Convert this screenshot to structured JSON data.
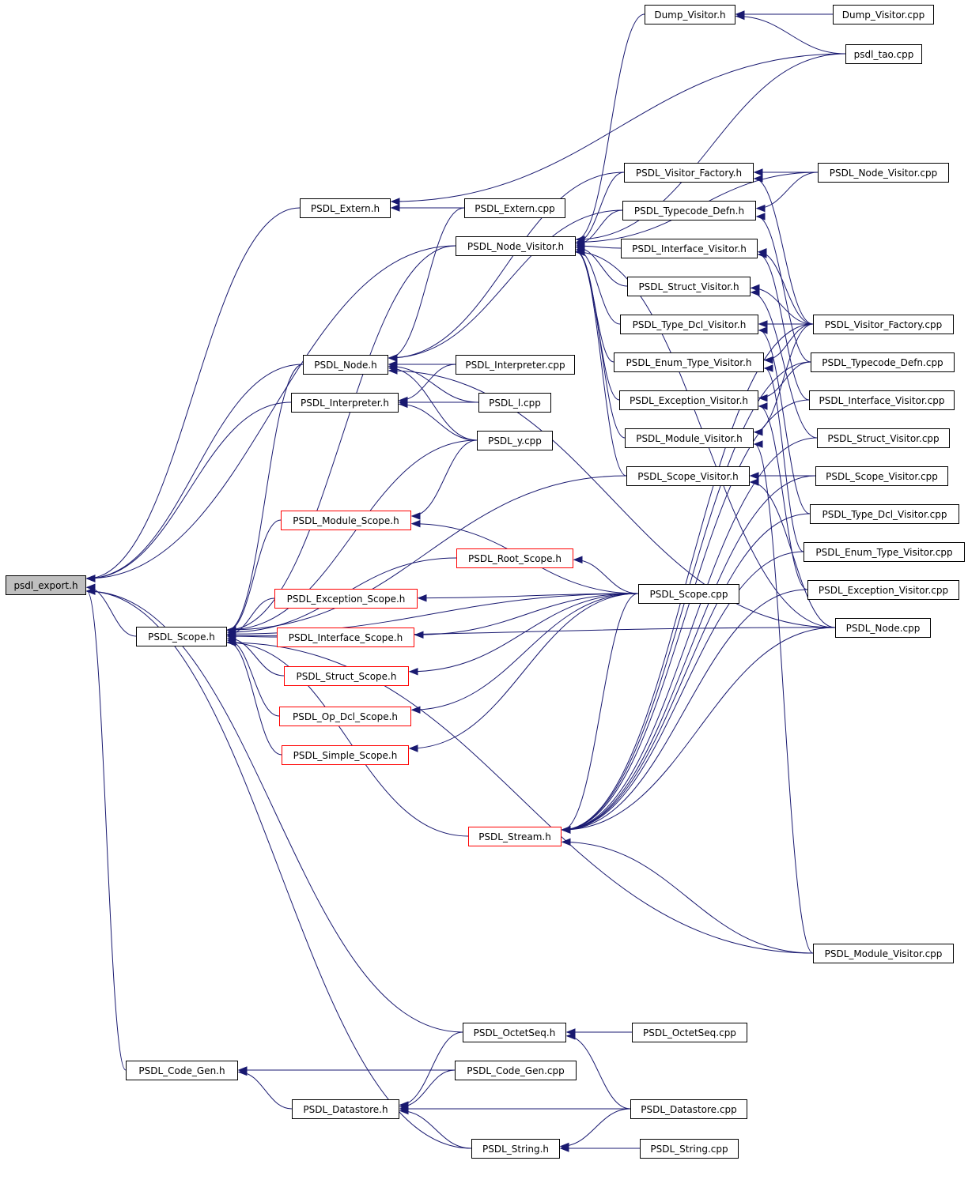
{
  "colors": {
    "edge": "#191970",
    "root_fill": "#bfbfbf",
    "truncated_border": "#ff0000",
    "border": "#000000",
    "background": "#ffffff"
  },
  "nodes": [
    {
      "id": "psdl_export_h",
      "label": "psdl_export.h",
      "root": true
    },
    {
      "id": "PSDL_Scope_h",
      "label": "PSDL_Scope.h"
    },
    {
      "id": "PSDL_Extern_h",
      "label": "PSDL_Extern.h"
    },
    {
      "id": "PSDL_Node_h",
      "label": "PSDL_Node.h"
    },
    {
      "id": "PSDL_Interpreter_h",
      "label": "PSDL_Interpreter.h"
    },
    {
      "id": "PSDL_Code_Gen_h",
      "label": "PSDL_Code_Gen.h"
    },
    {
      "id": "PSDL_Datastore_h",
      "label": "PSDL_Datastore.h"
    },
    {
      "id": "PSDL_Module_Scope_h",
      "label": "PSDL_Module_Scope.h",
      "truncated": true
    },
    {
      "id": "PSDL_Root_Scope_h",
      "label": "PSDL_Root_Scope.h",
      "truncated": true
    },
    {
      "id": "PSDL_Exception_Scope_h",
      "label": "PSDL_Exception_Scope.h",
      "truncated": true
    },
    {
      "id": "PSDL_Interface_Scope_h",
      "label": "PSDL_Interface_Scope.h",
      "truncated": true
    },
    {
      "id": "PSDL_Struct_Scope_h",
      "label": "PSDL_Struct_Scope.h",
      "truncated": true
    },
    {
      "id": "PSDL_Op_Dcl_Scope_h",
      "label": "PSDL_Op_Dcl_Scope.h",
      "truncated": true
    },
    {
      "id": "PSDL_Simple_Scope_h",
      "label": "PSDL_Simple_Scope.h",
      "truncated": true
    },
    {
      "id": "PSDL_Stream_h",
      "label": "PSDL_Stream.h",
      "truncated": true
    },
    {
      "id": "PSDL_Extern_cpp",
      "label": "PSDL_Extern.cpp"
    },
    {
      "id": "PSDL_Node_Visitor_h",
      "label": "PSDL_Node_Visitor.h"
    },
    {
      "id": "PSDL_Interpreter_cpp",
      "label": "PSDL_Interpreter.cpp"
    },
    {
      "id": "PSDL_l_cpp",
      "label": "PSDL_l.cpp"
    },
    {
      "id": "PSDL_y_cpp",
      "label": "PSDL_y.cpp"
    },
    {
      "id": "PSDL_OctetSeq_h",
      "label": "PSDL_OctetSeq.h"
    },
    {
      "id": "PSDL_Code_Gen_cpp",
      "label": "PSDL_Code_Gen.cpp"
    },
    {
      "id": "PSDL_String_h",
      "label": "PSDL_String.h"
    },
    {
      "id": "Dump_Visitor_h",
      "label": "Dump_Visitor.h"
    },
    {
      "id": "PSDL_Visitor_Factory_h",
      "label": "PSDL_Visitor_Factory.h"
    },
    {
      "id": "PSDL_Typecode_Defn_h",
      "label": "PSDL_Typecode_Defn.h"
    },
    {
      "id": "PSDL_Interface_Visitor_h",
      "label": "PSDL_Interface_Visitor.h"
    },
    {
      "id": "PSDL_Struct_Visitor_h",
      "label": "PSDL_Struct_Visitor.h"
    },
    {
      "id": "PSDL_Type_Dcl_Visitor_h",
      "label": "PSDL_Type_Dcl_Visitor.h"
    },
    {
      "id": "PSDL_Enum_Type_Visitor_h",
      "label": "PSDL_Enum_Type_Visitor.h"
    },
    {
      "id": "PSDL_Exception_Visitor_h",
      "label": "PSDL_Exception_Visitor.h"
    },
    {
      "id": "PSDL_Module_Visitor_h",
      "label": "PSDL_Module_Visitor.h"
    },
    {
      "id": "PSDL_Scope_Visitor_h",
      "label": "PSDL_Scope_Visitor.h"
    },
    {
      "id": "PSDL_Scope_cpp",
      "label": "PSDL_Scope.cpp"
    },
    {
      "id": "PSDL_OctetSeq_cpp",
      "label": "PSDL_OctetSeq.cpp"
    },
    {
      "id": "PSDL_Datastore_cpp",
      "label": "PSDL_Datastore.cpp"
    },
    {
      "id": "PSDL_String_cpp",
      "label": "PSDL_String.cpp"
    },
    {
      "id": "Dump_Visitor_cpp",
      "label": "Dump_Visitor.cpp"
    },
    {
      "id": "psdl_tao_cpp",
      "label": "psdl_tao.cpp"
    },
    {
      "id": "PSDL_Node_Visitor_cpp",
      "label": "PSDL_Node_Visitor.cpp"
    },
    {
      "id": "PSDL_Visitor_Factory_cpp",
      "label": "PSDL_Visitor_Factory.cpp"
    },
    {
      "id": "PSDL_Typecode_Defn_cpp",
      "label": "PSDL_Typecode_Defn.cpp"
    },
    {
      "id": "PSDL_Interface_Visitor_cpp",
      "label": "PSDL_Interface_Visitor.cpp"
    },
    {
      "id": "PSDL_Struct_Visitor_cpp",
      "label": "PSDL_Struct_Visitor.cpp"
    },
    {
      "id": "PSDL_Scope_Visitor_cpp",
      "label": "PSDL_Scope_Visitor.cpp"
    },
    {
      "id": "PSDL_Type_Dcl_Visitor_cpp",
      "label": "PSDL_Type_Dcl_Visitor.cpp"
    },
    {
      "id": "PSDL_Enum_Type_Visitor_cpp",
      "label": "PSDL_Enum_Type_Visitor.cpp"
    },
    {
      "id": "PSDL_Exception_Visitor_cpp",
      "label": "PSDL_Exception_Visitor.cpp"
    },
    {
      "id": "PSDL_Node_cpp",
      "label": "PSDL_Node.cpp"
    },
    {
      "id": "PSDL_Module_Visitor_cpp",
      "label": "PSDL_Module_Visitor.cpp"
    }
  ],
  "edges": [
    [
      "PSDL_Scope_h",
      "psdl_export_h"
    ],
    [
      "PSDL_Extern_h",
      "psdl_export_h"
    ],
    [
      "PSDL_Node_h",
      "psdl_export_h"
    ],
    [
      "PSDL_Interpreter_h",
      "psdl_export_h"
    ],
    [
      "PSDL_Node_Visitor_h",
      "psdl_export_h"
    ],
    [
      "PSDL_Code_Gen_h",
      "psdl_export_h"
    ],
    [
      "PSDL_OctetSeq_h",
      "psdl_export_h"
    ],
    [
      "PSDL_String_h",
      "psdl_export_h"
    ],
    [
      "PSDL_Extern_cpp",
      "PSDL_Extern_h"
    ],
    [
      "psdl_tao_cpp",
      "PSDL_Extern_h"
    ],
    [
      "PSDL_Interpreter_cpp",
      "PSDL_Node_h"
    ],
    [
      "PSDL_l_cpp",
      "PSDL_Node_h"
    ],
    [
      "PSDL_y_cpp",
      "PSDL_Node_h"
    ],
    [
      "PSDL_Extern_cpp",
      "PSDL_Node_h"
    ],
    [
      "PSDL_Visitor_Factory_h",
      "PSDL_Node_h"
    ],
    [
      "PSDL_Typecode_Defn_h",
      "PSDL_Node_h"
    ],
    [
      "PSDL_Node_cpp",
      "PSDL_Node_h"
    ],
    [
      "PSDL_l_cpp",
      "PSDL_Interpreter_h"
    ],
    [
      "PSDL_y_cpp",
      "PSDL_Interpreter_h"
    ],
    [
      "PSDL_Interpreter_cpp",
      "PSDL_Interpreter_h"
    ],
    [
      "PSDL_Module_Scope_h",
      "PSDL_Scope_h"
    ],
    [
      "PSDL_Root_Scope_h",
      "PSDL_Scope_h"
    ],
    [
      "PSDL_Exception_Scope_h",
      "PSDL_Scope_h"
    ],
    [
      "PSDL_Interface_Scope_h",
      "PSDL_Scope_h"
    ],
    [
      "PSDL_Struct_Scope_h",
      "PSDL_Scope_h"
    ],
    [
      "PSDL_Op_Dcl_Scope_h",
      "PSDL_Scope_h"
    ],
    [
      "PSDL_Simple_Scope_h",
      "PSDL_Scope_h"
    ],
    [
      "PSDL_Stream_h",
      "PSDL_Scope_h"
    ],
    [
      "PSDL_Scope_cpp",
      "PSDL_Scope_h"
    ],
    [
      "PSDL_y_cpp",
      "PSDL_Scope_h"
    ],
    [
      "PSDL_Node_h",
      "PSDL_Scope_h"
    ],
    [
      "PSDL_Node_Visitor_h",
      "PSDL_Scope_h"
    ],
    [
      "PSDL_Node_cpp",
      "PSDL_Scope_h"
    ],
    [
      "PSDL_Module_Visitor_cpp",
      "PSDL_Scope_h"
    ],
    [
      "PSDL_Scope_Visitor_h",
      "PSDL_Scope_h"
    ],
    [
      "PSDL_y_cpp",
      "PSDL_Module_Scope_h"
    ],
    [
      "PSDL_Scope_cpp",
      "PSDL_Module_Scope_h"
    ],
    [
      "PSDL_Scope_cpp",
      "PSDL_Root_Scope_h"
    ],
    [
      "PSDL_Scope_cpp",
      "PSDL_Exception_Scope_h"
    ],
    [
      "PSDL_Scope_cpp",
      "PSDL_Interface_Scope_h"
    ],
    [
      "PSDL_Scope_cpp",
      "PSDL_Struct_Scope_h"
    ],
    [
      "PSDL_Scope_cpp",
      "PSDL_Op_Dcl_Scope_h"
    ],
    [
      "PSDL_Scope_cpp",
      "PSDL_Simple_Scope_h"
    ],
    [
      "PSDL_Scope_cpp",
      "PSDL_Stream_h"
    ],
    [
      "PSDL_Module_Visitor_cpp",
      "PSDL_Stream_h"
    ],
    [
      "PSDL_Node_cpp",
      "PSDL_Stream_h"
    ],
    [
      "PSDL_Visitor_Factory_cpp",
      "PSDL_Stream_h"
    ],
    [
      "PSDL_Typecode_Defn_cpp",
      "PSDL_Stream_h"
    ],
    [
      "PSDL_Interface_Visitor_cpp",
      "PSDL_Stream_h"
    ],
    [
      "PSDL_Struct_Visitor_cpp",
      "PSDL_Stream_h"
    ],
    [
      "PSDL_Scope_Visitor_cpp",
      "PSDL_Stream_h"
    ],
    [
      "PSDL_Type_Dcl_Visitor_cpp",
      "PSDL_Stream_h"
    ],
    [
      "PSDL_Enum_Type_Visitor_cpp",
      "PSDL_Stream_h"
    ],
    [
      "PSDL_Exception_Visitor_cpp",
      "PSDL_Stream_h"
    ],
    [
      "Dump_Visitor_h",
      "PSDL_Node_Visitor_h"
    ],
    [
      "psdl_tao_cpp",
      "PSDL_Node_Visitor_h"
    ],
    [
      "PSDL_Visitor_Factory_h",
      "PSDL_Node_Visitor_h"
    ],
    [
      "PSDL_Typecode_Defn_h",
      "PSDL_Node_Visitor_h"
    ],
    [
      "PSDL_Interface_Visitor_h",
      "PSDL_Node_Visitor_h"
    ],
    [
      "PSDL_Struct_Visitor_h",
      "PSDL_Node_Visitor_h"
    ],
    [
      "PSDL_Type_Dcl_Visitor_h",
      "PSDL_Node_Visitor_h"
    ],
    [
      "PSDL_Enum_Type_Visitor_h",
      "PSDL_Node_Visitor_h"
    ],
    [
      "PSDL_Exception_Visitor_h",
      "PSDL_Node_Visitor_h"
    ],
    [
      "PSDL_Module_Visitor_h",
      "PSDL_Node_Visitor_h"
    ],
    [
      "PSDL_Scope_Visitor_h",
      "PSDL_Node_Visitor_h"
    ],
    [
      "PSDL_Node_Visitor_cpp",
      "PSDL_Node_Visitor_h"
    ],
    [
      "PSDL_Node_cpp",
      "PSDL_Node_Visitor_h"
    ],
    [
      "Dump_Visitor_cpp",
      "Dump_Visitor_h"
    ],
    [
      "psdl_tao_cpp",
      "Dump_Visitor_h"
    ],
    [
      "PSDL_Node_Visitor_cpp",
      "PSDL_Visitor_Factory_h"
    ],
    [
      "PSDL_Visitor_Factory_cpp",
      "PSDL_Visitor_Factory_h"
    ],
    [
      "PSDL_Node_Visitor_cpp",
      "PSDL_Typecode_Defn_h"
    ],
    [
      "PSDL_Typecode_Defn_cpp",
      "PSDL_Typecode_Defn_h"
    ],
    [
      "PSDL_Visitor_Factory_cpp",
      "PSDL_Interface_Visitor_h"
    ],
    [
      "PSDL_Interface_Visitor_cpp",
      "PSDL_Interface_Visitor_h"
    ],
    [
      "PSDL_Visitor_Factory_cpp",
      "PSDL_Struct_Visitor_h"
    ],
    [
      "PSDL_Struct_Visitor_cpp",
      "PSDL_Struct_Visitor_h"
    ],
    [
      "PSDL_Visitor_Factory_cpp",
      "PSDL_Type_Dcl_Visitor_h"
    ],
    [
      "PSDL_Type_Dcl_Visitor_cpp",
      "PSDL_Type_Dcl_Visitor_h"
    ],
    [
      "PSDL_Visitor_Factory_cpp",
      "PSDL_Enum_Type_Visitor_h"
    ],
    [
      "PSDL_Enum_Type_Visitor_cpp",
      "PSDL_Enum_Type_Visitor_h"
    ],
    [
      "PSDL_Exception_Visitor_cpp",
      "PSDL_Exception_Visitor_h"
    ],
    [
      "PSDL_Typecode_Defn_cpp",
      "PSDL_Exception_Visitor_h"
    ],
    [
      "PSDL_Module_Visitor_cpp",
      "PSDL_Module_Visitor_h"
    ],
    [
      "PSDL_Visitor_Factory_cpp",
      "PSDL_Module_Visitor_h"
    ],
    [
      "PSDL_Scope_Visitor_cpp",
      "PSDL_Scope_Visitor_h"
    ],
    [
      "PSDL_Node_cpp",
      "PSDL_Scope_Visitor_h"
    ],
    [
      "PSDL_Datastore_h",
      "PSDL_Code_Gen_h"
    ],
    [
      "PSDL_Code_Gen_cpp",
      "PSDL_Code_Gen_h"
    ],
    [
      "PSDL_OctetSeq_h",
      "PSDL_Datastore_h"
    ],
    [
      "PSDL_Code_Gen_cpp",
      "PSDL_Datastore_h"
    ],
    [
      "PSDL_Datastore_cpp",
      "PSDL_Datastore_h"
    ],
    [
      "PSDL_String_h",
      "PSDL_Datastore_h"
    ],
    [
      "PSDL_OctetSeq_cpp",
      "PSDL_OctetSeq_h"
    ],
    [
      "PSDL_Datastore_cpp",
      "PSDL_OctetSeq_h"
    ],
    [
      "PSDL_String_cpp",
      "PSDL_String_h"
    ],
    [
      "PSDL_Datastore_cpp",
      "PSDL_String_h"
    ]
  ]
}
